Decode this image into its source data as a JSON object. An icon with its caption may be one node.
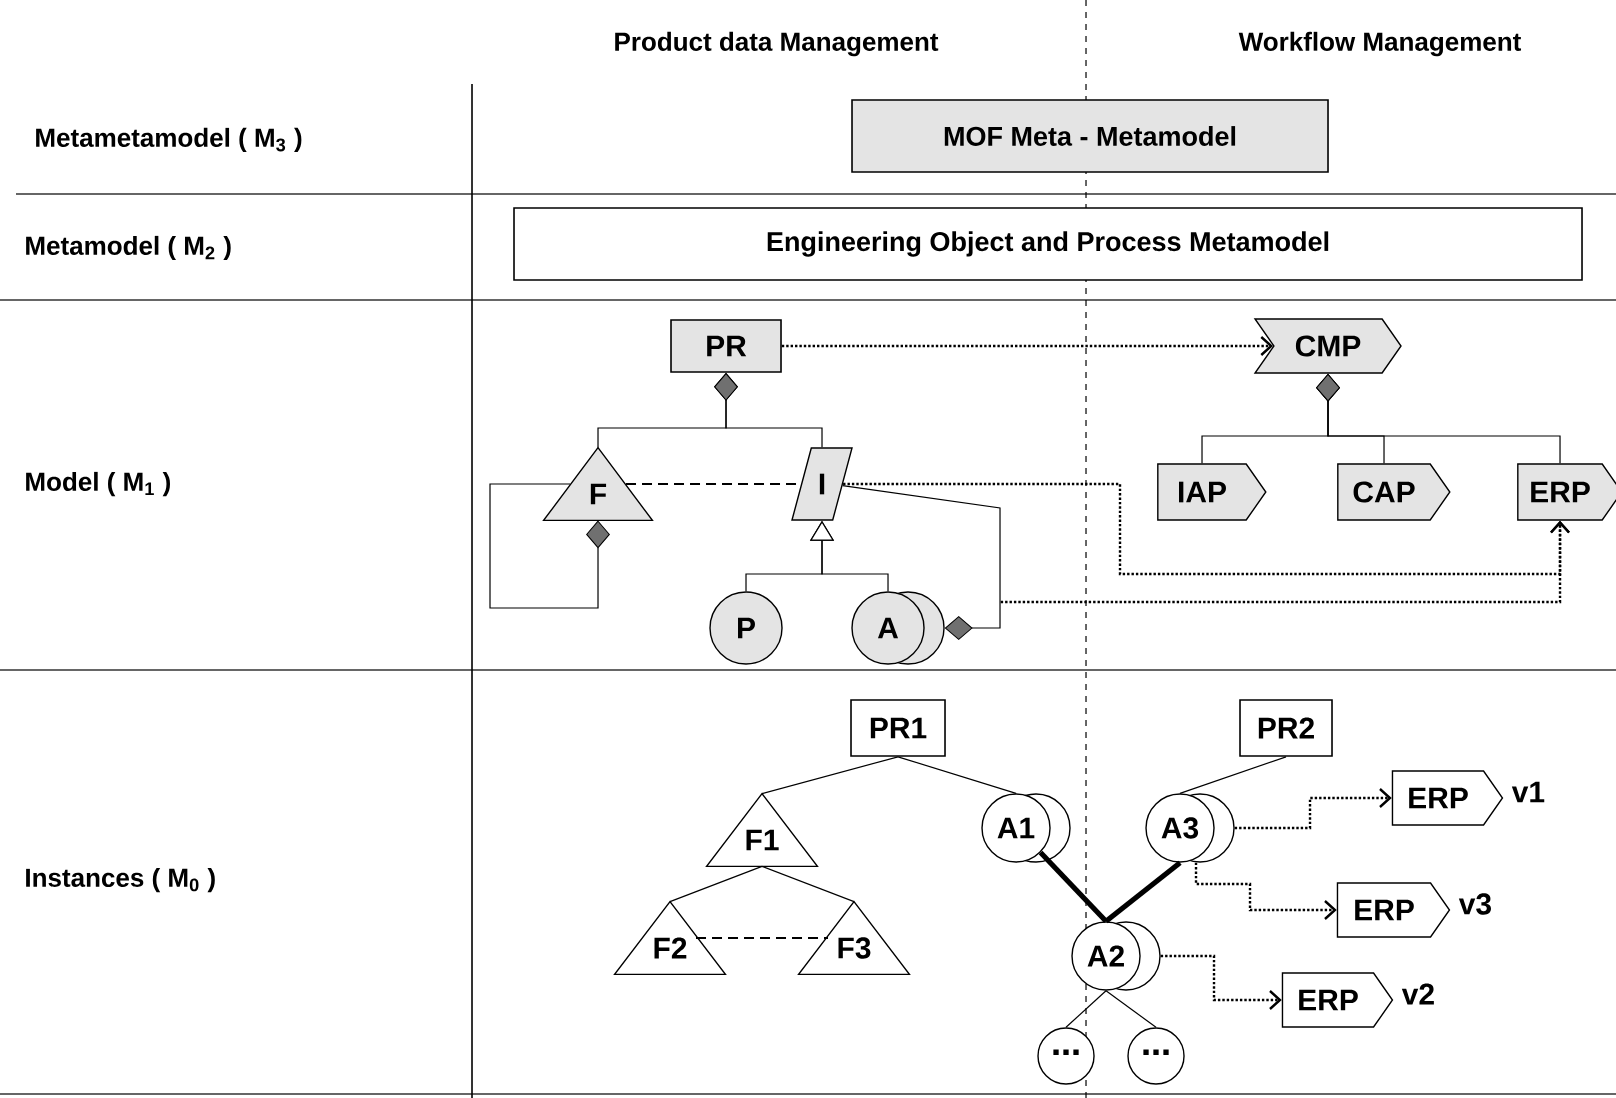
{
  "diagram": {
    "nodes": [
      {
        "text": [
          "MOF Meta - Metamodel"
        ]
      },
      {
        "text": [
          "Engineering Object and Process Metamodel"
        ]
      },
      {
        "text": [
          "PR"
        ]
      },
      {
        "text": [
          "CMP"
        ]
      },
      {
        "text": [
          "F"
        ]
      },
      {
        "text": [
          "I"
        ]
      },
      {
        "text": [
          "IAP"
        ]
      },
      {
        "text": [
          "CAP"
        ]
      },
      {
        "text": [
          "ERP"
        ]
      },
      {
        "text": [
          "P"
        ]
      },
      {
        "text": [
          "A"
        ]
      },
      {
        "text": [
          "PR1"
        ]
      },
      {
        "text": [
          "PR2"
        ]
      },
      {
        "text": [
          "F1"
        ]
      },
      {
        "text": [
          "A1"
        ]
      },
      {
        "text": [
          "A3"
        ]
      },
      {
        "text": [
          "ERP"
        ],
        "beside": [
          "v1"
        ]
      },
      {
        "text": [
          "F2"
        ]
      },
      {
        "text": [
          "F3"
        ]
      },
      {
        "text": [
          "ERP"
        ],
        "beside": [
          "v3"
        ]
      },
      {
        "text": [
          "A2"
        ]
      },
      {
        "text": [
          "ERP"
        ],
        "beside": [
          "v2"
        ]
      },
      {
        "text": [
          "⋯"
        ]
      },
      {
        "text": [
          "⋯"
        ]
      }
    ],
    "edges": [
      {
        "from": 2,
        "to": 3,
        "arrow": "to",
        "style": "dashed"
      },
      {
        "from": 2,
        "to": 4,
        "arrow": "other"
      },
      {
        "from": 2,
        "to": 5,
        "arrow": "other"
      },
      {
        "from": 4,
        "to": 5,
        "arrow": "none",
        "style": "dashed"
      },
      {
        "from": 4,
        "to": 4,
        "arrow": "other"
      },
      {
        "from": 9,
        "to": 5,
        "arrow": "to"
      },
      {
        "from": 10,
        "to": 5,
        "arrow": "to"
      },
      {
        "from": 10,
        "to": 5,
        "arrow": "other"
      },
      {
        "from": 5,
        "to": 8,
        "arrow": "to",
        "style": "dashed"
      },
      {
        "from": 10,
        "to": 8,
        "arrow": "to",
        "style": "dashed"
      },
      {
        "from": 3,
        "to": 6,
        "arrow": "other"
      },
      {
        "from": 3,
        "to": 7,
        "arrow": "other"
      },
      {
        "from": 3,
        "to": 8,
        "arrow": "other"
      },
      {
        "from": 11,
        "to": 13,
        "arrow": "none"
      },
      {
        "from": 11,
        "to": 14,
        "arrow": "none"
      },
      {
        "from": 12,
        "to": 15,
        "arrow": "none"
      },
      {
        "from": 13,
        "to": 17,
        "arrow": "none"
      },
      {
        "from": 13,
        "to": 18,
        "arrow": "none"
      },
      {
        "from": 17,
        "to": 18,
        "arrow": "none",
        "style": "dashed"
      },
      {
        "from": 14,
        "to": 20,
        "arrow": "none",
        "style": "thick"
      },
      {
        "from": 15,
        "to": 20,
        "arrow": "none",
        "style": "thick"
      },
      {
        "from": 20,
        "to": 22,
        "arrow": "none"
      },
      {
        "from": 20,
        "to": 23,
        "arrow": "none"
      },
      {
        "from": 15,
        "to": 16,
        "arrow": "to",
        "style": "dashed"
      },
      {
        "from": 15,
        "to": 19,
        "arrow": "to",
        "style": "dashed"
      },
      {
        "from": 20,
        "to": 21,
        "arrow": "to",
        "style": "dashed"
      }
    ],
    "labels": [
      "Product data Management",
      "Workflow Management",
      "Metametamodel ( M$_{3}$ )",
      "Metamodel ( M$_{2}$ )",
      "Model ( M$_{1}$ )",
      "Instances ( M$_{0}$ )"
    ]
  }
}
